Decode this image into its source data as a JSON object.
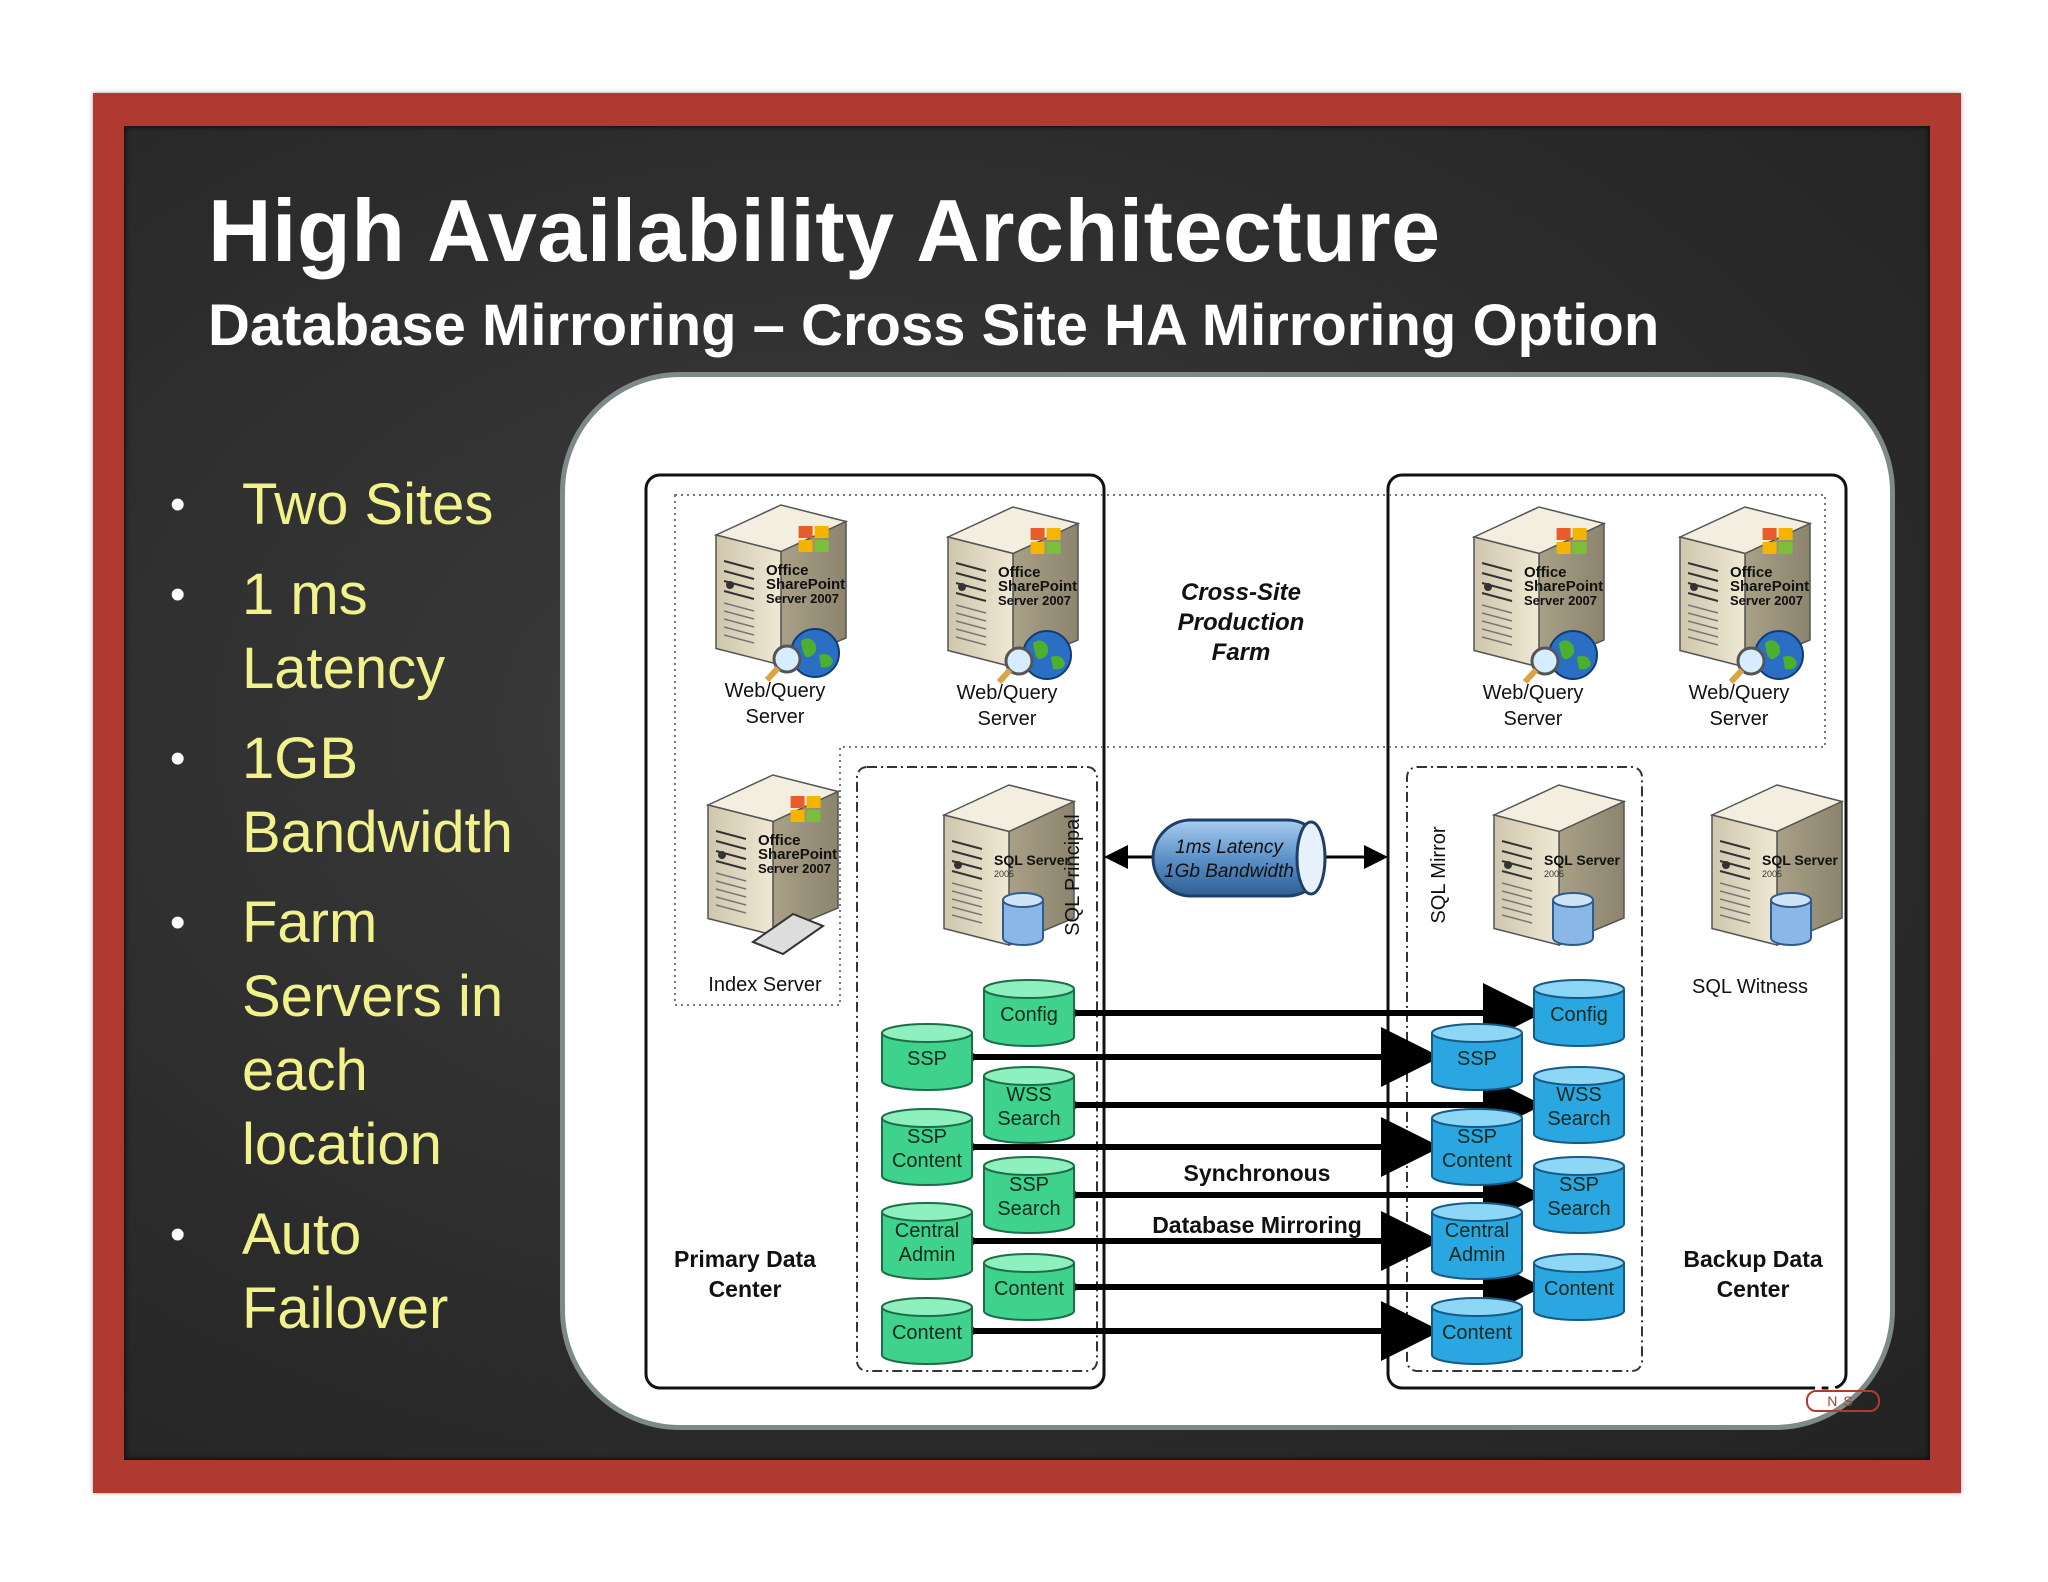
{
  "slide": {
    "title": "High Availability Architecture",
    "subtitle": "Database Mirroring – Cross Site HA Mirroring Option"
  },
  "bullets": [
    {
      "label": "Two Sites"
    },
    {
      "label": "1 ms Latency"
    },
    {
      "label": "1GB Bandwidth"
    },
    {
      "label": "Farm Servers in each location"
    },
    {
      "label": "Auto Failover"
    }
  ],
  "diagram": {
    "farm_label": [
      "Cross-Site",
      "Production",
      "Farm"
    ],
    "primary_label": [
      "Primary Data",
      "Center"
    ],
    "backup_label": [
      "Backup Data",
      "Center"
    ],
    "link_label": [
      "1ms Latency",
      "1Gb Bandwidth"
    ],
    "sql_principal_label": "SQL Principal",
    "sql_mirror_label": "SQL Mirror",
    "sync_label": [
      "Synchronous",
      "Database Mirroring"
    ],
    "server_badge": [
      "Office",
      "SharePoint",
      "Server 2007"
    ],
    "sql_badge": [
      "SQL Server",
      "2005"
    ],
    "servers": [
      {
        "id": "wq1",
        "label": [
          "Web/Query",
          "Server"
        ]
      },
      {
        "id": "wq2",
        "label": [
          "Web/Query",
          "Server"
        ]
      },
      {
        "id": "wq3",
        "label": [
          "Web/Query",
          "Server"
        ]
      },
      {
        "id": "wq4",
        "label": [
          "Web/Query",
          "Server"
        ]
      },
      {
        "id": "idx",
        "label": [
          "Index Server"
        ]
      },
      {
        "id": "witness",
        "label": [
          "SQL Witness"
        ]
      }
    ],
    "primary_dbs": [
      {
        "lines": [
          "Config"
        ],
        "color": "green"
      },
      {
        "lines": [
          "SSP"
        ],
        "color": "green"
      },
      {
        "lines": [
          "WSS",
          "Search"
        ],
        "color": "green"
      },
      {
        "lines": [
          "SSP",
          "Content"
        ],
        "color": "green"
      },
      {
        "lines": [
          "SSP",
          "Search"
        ],
        "color": "green"
      },
      {
        "lines": [
          "Central",
          "Admin"
        ],
        "color": "green"
      },
      {
        "lines": [
          "Content"
        ],
        "color": "green"
      },
      {
        "lines": [
          "Content"
        ],
        "color": "green"
      }
    ],
    "mirror_dbs": [
      {
        "lines": [
          "Config"
        ],
        "color": "blue"
      },
      {
        "lines": [
          "SSP"
        ],
        "color": "blue"
      },
      {
        "lines": [
          "WSS",
          "Search"
        ],
        "color": "blue"
      },
      {
        "lines": [
          "SSP",
          "Content"
        ],
        "color": "blue"
      },
      {
        "lines": [
          "SSP",
          "Search"
        ],
        "color": "blue"
      },
      {
        "lines": [
          "Central",
          "Admin"
        ],
        "color": "blue"
      },
      {
        "lines": [
          "Content"
        ],
        "color": "blue"
      },
      {
        "lines": [
          "Content"
        ],
        "color": "blue"
      }
    ]
  },
  "colors": {
    "frame": "#b13a30",
    "bullet_text": "#f2f28c",
    "db_green": "#3fd28c",
    "db_blue": "#2aa6e0"
  }
}
